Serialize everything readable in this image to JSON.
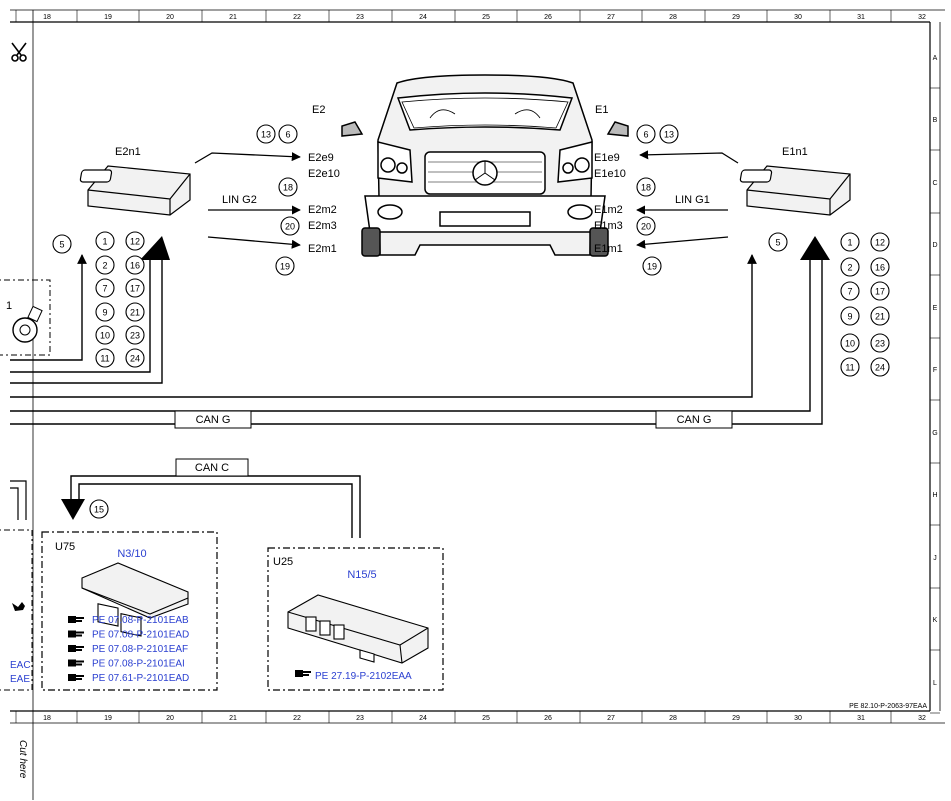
{
  "ruler": {
    "columns": [
      "18",
      "19",
      "20",
      "21",
      "22",
      "23",
      "24",
      "25",
      "26",
      "27",
      "28",
      "29",
      "30",
      "31",
      "32"
    ],
    "rows": [
      "A",
      "B",
      "C",
      "D",
      "E",
      "F",
      "G",
      "H",
      "J",
      "K",
      "L"
    ]
  },
  "vehicle": {
    "left": "E2",
    "right": "E1"
  },
  "left_module": {
    "name": "E2n1",
    "lin": "LIN G2",
    "outputs": [
      "E2e9",
      "E2e10",
      "E2m2",
      "E2m3",
      "E2m1"
    ],
    "output_circles": [
      "13",
      "6",
      "18",
      "20",
      "19"
    ],
    "side_circle": "5",
    "circles_left": [
      "1",
      "2",
      "7",
      "9",
      "10",
      "11"
    ],
    "circles_right": [
      "12",
      "16",
      "17",
      "21",
      "23",
      "24"
    ]
  },
  "right_module": {
    "name": "E1n1",
    "lin": "LIN G1",
    "outputs": [
      "E1e9",
      "E1e10",
      "E1m2",
      "E1m3",
      "E1m1"
    ],
    "output_circles": [
      "6",
      "13",
      "18",
      "20",
      "19"
    ],
    "side_circle": "5",
    "circles_left": [
      "1",
      "2",
      "7",
      "9",
      "10",
      "11"
    ],
    "circles_right": [
      "12",
      "16",
      "17",
      "21",
      "23",
      "24"
    ]
  },
  "buses": {
    "can_g": "CAN G",
    "can_c": "CAN C",
    "can_c_circle": "15"
  },
  "partial_left": {
    "label": "1",
    "refs": [
      "EAC",
      "EAE"
    ]
  },
  "u75": {
    "code": "U75",
    "name": "N3/10",
    "refs": [
      "PE 07.08-P-2101EAB",
      "PE 07.08-P-2101EAD",
      "PE 07.08-P-2101EAF",
      "PE 07.08-P-2101EAI",
      "PE 07.61-P-2101EAD"
    ]
  },
  "u25": {
    "code": "U25",
    "name": "N15/5",
    "ref": "PE 27.19-P-2102EAA"
  },
  "footer": {
    "code": "PE 82.10-P-2063-97EAA",
    "cut_here": "Cut here"
  },
  "colors": {
    "line": "#000000",
    "blue": "#2a3fd0"
  }
}
